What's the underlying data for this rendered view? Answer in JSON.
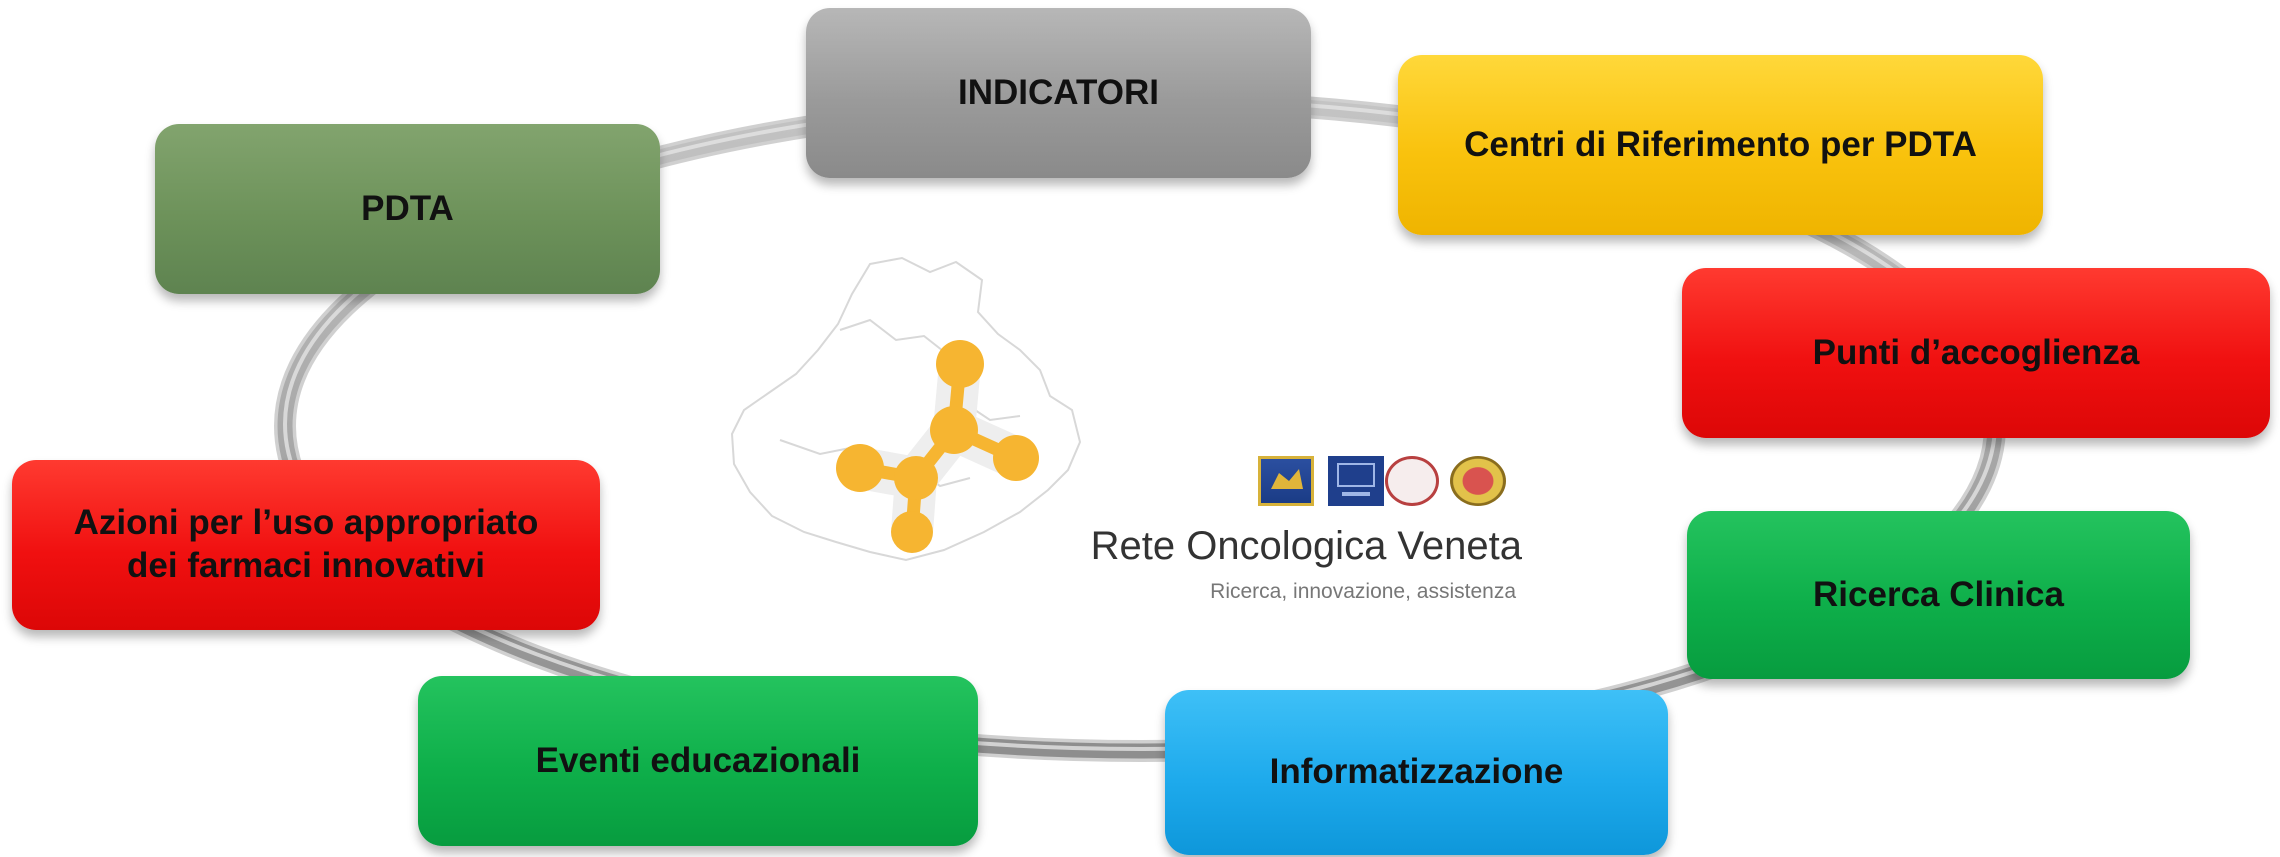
{
  "nodes": [
    {
      "id": "indicatori",
      "label": "INDICATORI",
      "color": "#a0a0a0"
    },
    {
      "id": "centri",
      "label": "Centri di Riferimento per PDTA",
      "color": "#f7c10a"
    },
    {
      "id": "punti",
      "label": "Punti d’accoglienza",
      "color": "#ee1010"
    },
    {
      "id": "ricerca",
      "label": "Ricerca Clinica",
      "color": "#0eaf4a"
    },
    {
      "id": "informatizzazione",
      "label": "Informatizzazione",
      "color": "#1eaaec"
    },
    {
      "id": "eventi",
      "label": "Eventi educazionali",
      "color": "#0eaf4a"
    },
    {
      "id": "azioni",
      "label_lines": [
        "Azioni per l’uso appropriato",
        "dei farmaci innovativi"
      ],
      "color": "#ee1010"
    },
    {
      "id": "pdta",
      "label": "PDTA",
      "color": "#6f945c"
    }
  ],
  "logo": {
    "title": "Rete Oncologica Veneta",
    "subtitle": "Ricerca, innovazione, assistenza",
    "accent_color": "#f6b531",
    "emblems": [
      "regione-veneto-emblem",
      "istituto-oncologico-emblem",
      "university-padova-seal",
      "university-verona-seal"
    ]
  }
}
